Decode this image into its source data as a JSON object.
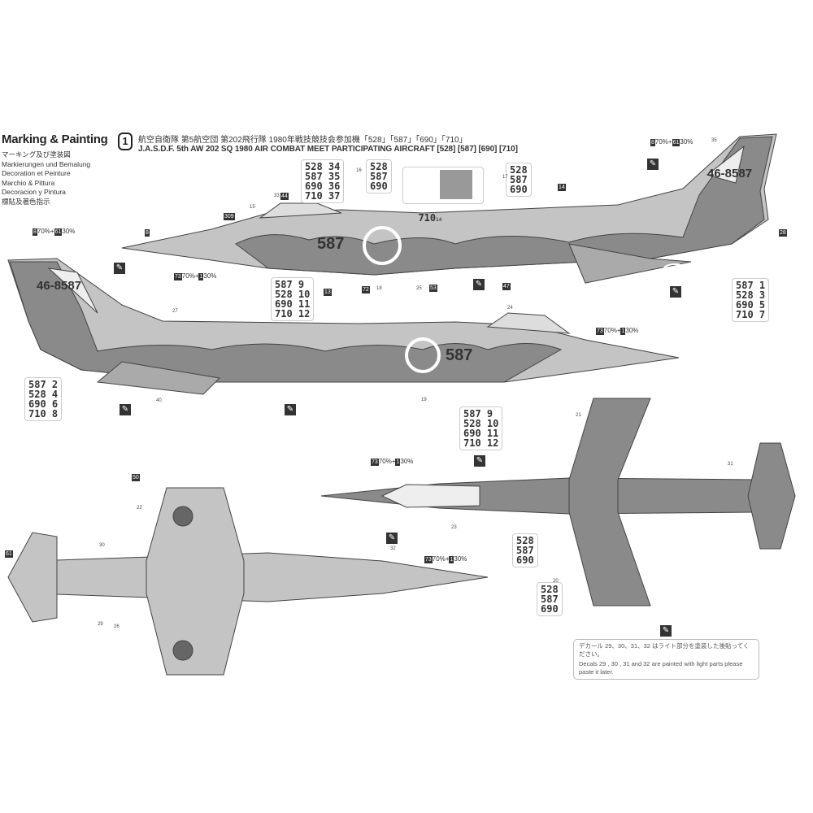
{
  "header": {
    "title": "Marking & Painting",
    "languages": [
      "マーキング及び塗装図",
      "Markierungen und Bemalung",
      "Decoration et Peinture",
      "Marchio & Pittura",
      "Decoracion y Pintura",
      "標貼及著色指示"
    ],
    "scheme_badge": "1",
    "scheme_title_jp": "航空自衛隊 第5航空団 第202飛行隊 1980年戦技競技会参加機「528」「587」「690」「710」",
    "scheme_title_en": "J.A.S.D.F. 5th AW 202 SQ 1980 AIR COMBAT MEET PARTICIPATING AIRCRAFT [528] [587] [690] [710]"
  },
  "markings": {
    "tail_number": "46-8587",
    "nose_number": "587",
    "inset_number": "710",
    "inset_decal": "14"
  },
  "color_mixes": {
    "mix_a": {
      "c1": "8",
      "p1": "70%",
      "c2": "61",
      "p2": "30%"
    },
    "mix_b": {
      "c1": "73",
      "p1": "70%",
      "c2": "1",
      "p2": "30%"
    }
  },
  "decal_stacks": [
    {
      "lines": "528 34\n587 35\n690 36\n710 37"
    },
    {
      "lines": "528\n587\n690"
    },
    {
      "lines": "528\n587\n690"
    },
    {
      "lines": "587 1\n528 3\n690 5\n710 7"
    },
    {
      "lines": "587 9\n528 10\n690 11\n710 12"
    },
    {
      "lines": "587 2\n528 4\n690 6\n710 8"
    },
    {
      "lines": "587 9\n528 10\n690 11\n710 12"
    },
    {
      "lines": "528\n587\n690"
    },
    {
      "lines": "528\n587\n690"
    }
  ],
  "callouts": [
    "8",
    "33",
    "44",
    "15",
    "309",
    "14",
    "28",
    "13",
    "72",
    "18",
    "25",
    "53",
    "47",
    "35",
    "22",
    "29",
    "26",
    "31",
    "40",
    "27",
    "50",
    "19",
    "20",
    "24",
    "21",
    "61",
    "30",
    "32",
    "16",
    "23",
    "17"
  ],
  "note": {
    "jp": "デカール 29、30、31、32 はライト部分を塗装した後貼ってください。",
    "en": "Decals 29 , 30 , 31 and 32 are painted with light parts please paste it later."
  },
  "colors": {
    "dark_camo": "#8a8a8a",
    "light_camo": "#c4c4c4",
    "line": "#333333"
  }
}
